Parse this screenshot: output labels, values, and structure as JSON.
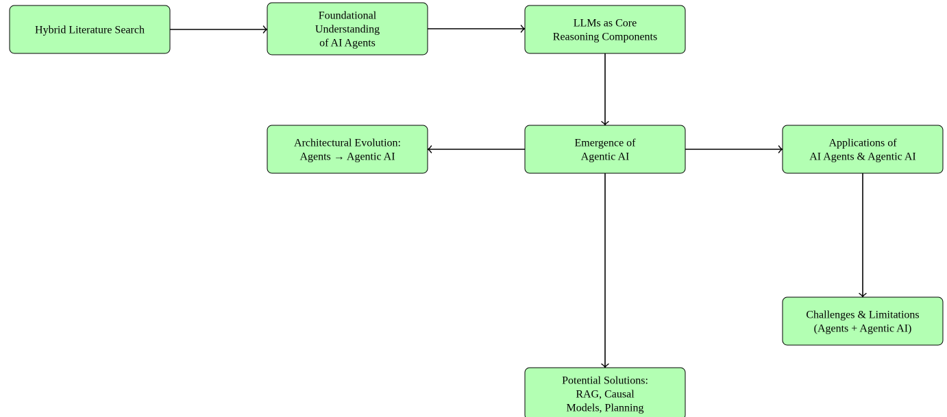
{
  "diagram": {
    "nodes": [
      {
        "id": "hybrid-search",
        "lines": [
          "Hybrid Literature Search"
        ]
      },
      {
        "id": "foundational",
        "lines": [
          "Foundational",
          "Understanding",
          "of AI Agents"
        ]
      },
      {
        "id": "llms-core",
        "lines": [
          "LLMs as Core",
          "Reasoning Components"
        ]
      },
      {
        "id": "emergence",
        "lines": [
          "Emergence of",
          "Agentic AI"
        ]
      },
      {
        "id": "architectural",
        "lines": [
          "Architectural Evolution:",
          "Agents → Agentic AI"
        ]
      },
      {
        "id": "applications",
        "lines": [
          "Applications of",
          "AI Agents & Agentic AI"
        ]
      },
      {
        "id": "challenges",
        "lines": [
          "Challenges & Limitations",
          "(Agents + Agentic AI)"
        ]
      },
      {
        "id": "solutions",
        "lines": [
          "Potential Solutions:",
          "RAG, Causal",
          "Models, Planning"
        ]
      }
    ],
    "edges": [
      {
        "from": "hybrid-search",
        "to": "foundational"
      },
      {
        "from": "foundational",
        "to": "llms-core"
      },
      {
        "from": "llms-core",
        "to": "emergence"
      },
      {
        "from": "emergence",
        "to": "architectural"
      },
      {
        "from": "emergence",
        "to": "applications"
      },
      {
        "from": "emergence",
        "to": "solutions"
      },
      {
        "from": "applications",
        "to": "challenges"
      }
    ],
    "colors": {
      "node_fill": "#b3ffb3",
      "stroke": "#000000"
    }
  }
}
